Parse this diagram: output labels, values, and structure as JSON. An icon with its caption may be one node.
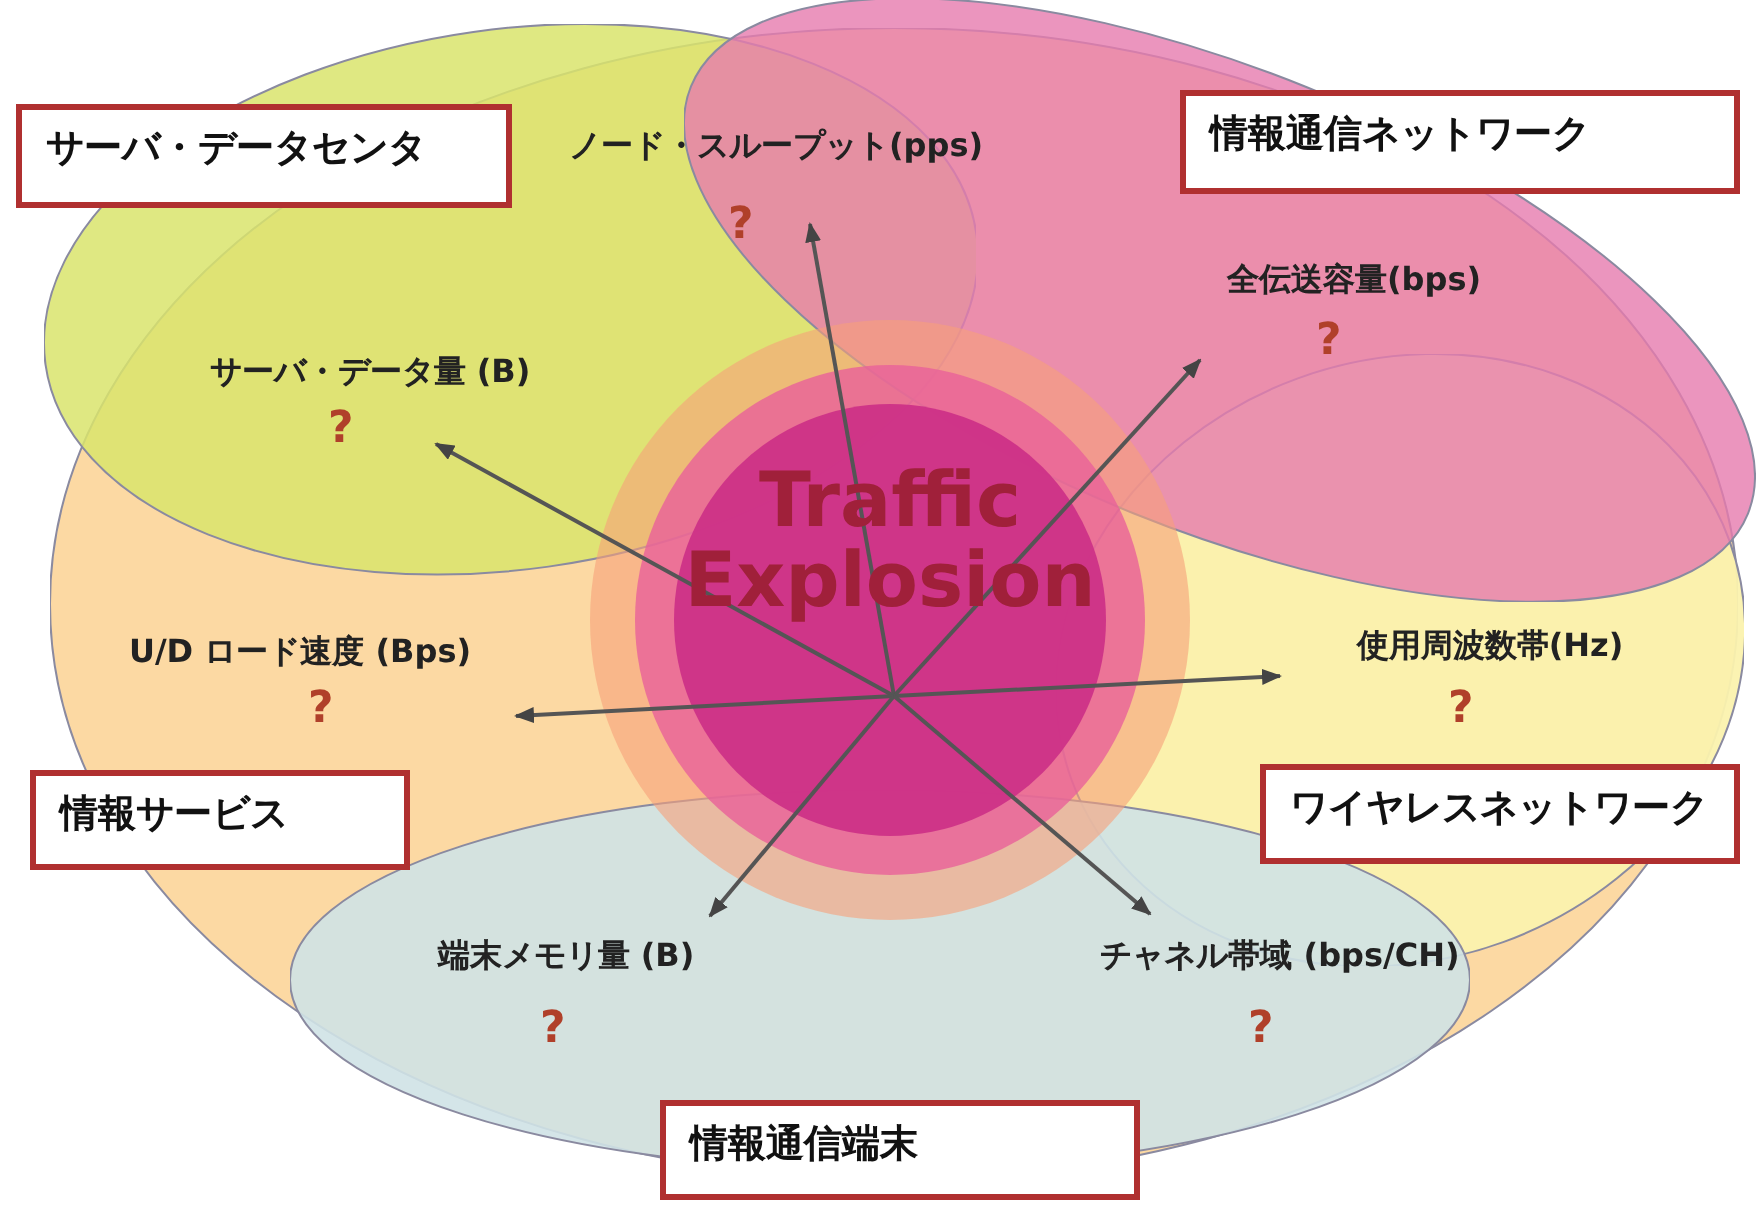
{
  "diagram": {
    "nodes": [
      {
        "text": [
          "サーバ・データセンタ"
        ]
      },
      {
        "text": [
          "ノード・スループット(pps)",
          "?"
        ]
      },
      {
        "text": [
          "情報通信ネットワーク"
        ]
      },
      {
        "text": [
          "全伝送容量(bps)",
          "?"
        ]
      },
      {
        "text": [
          "サーバ・データ量 (B)",
          "?"
        ]
      },
      {
        "text": [
          "Traffic Explosion"
        ]
      },
      {
        "text": [
          "U/D ロード速度 (Bps)",
          "?"
        ]
      },
      {
        "text": [
          "使用周波数帯(Hz)",
          "?"
        ]
      },
      {
        "text": [
          "情報サービス"
        ]
      },
      {
        "text": [
          "ワイヤレスネットワーク"
        ]
      },
      {
        "text": [
          "端末メモリ量 (B)",
          "?"
        ]
      },
      {
        "text": [
          "チャネル帯域 (bps/CH)",
          "?"
        ]
      },
      {
        "text": [
          "情報通信端末"
        ]
      }
    ],
    "edges": [
      {
        "from": 5,
        "to": 1,
        "arrow": "to"
      },
      {
        "from": 5,
        "to": 3,
        "arrow": "to"
      },
      {
        "from": 5,
        "to": 4,
        "arrow": "to"
      },
      {
        "from": 5,
        "to": 6,
        "arrow": "to"
      },
      {
        "from": 5,
        "to": 7,
        "arrow": "to"
      },
      {
        "from": 5,
        "to": 10,
        "arrow": "to"
      },
      {
        "from": 5,
        "to": 11,
        "arrow": "to"
      }
    ]
  }
}
